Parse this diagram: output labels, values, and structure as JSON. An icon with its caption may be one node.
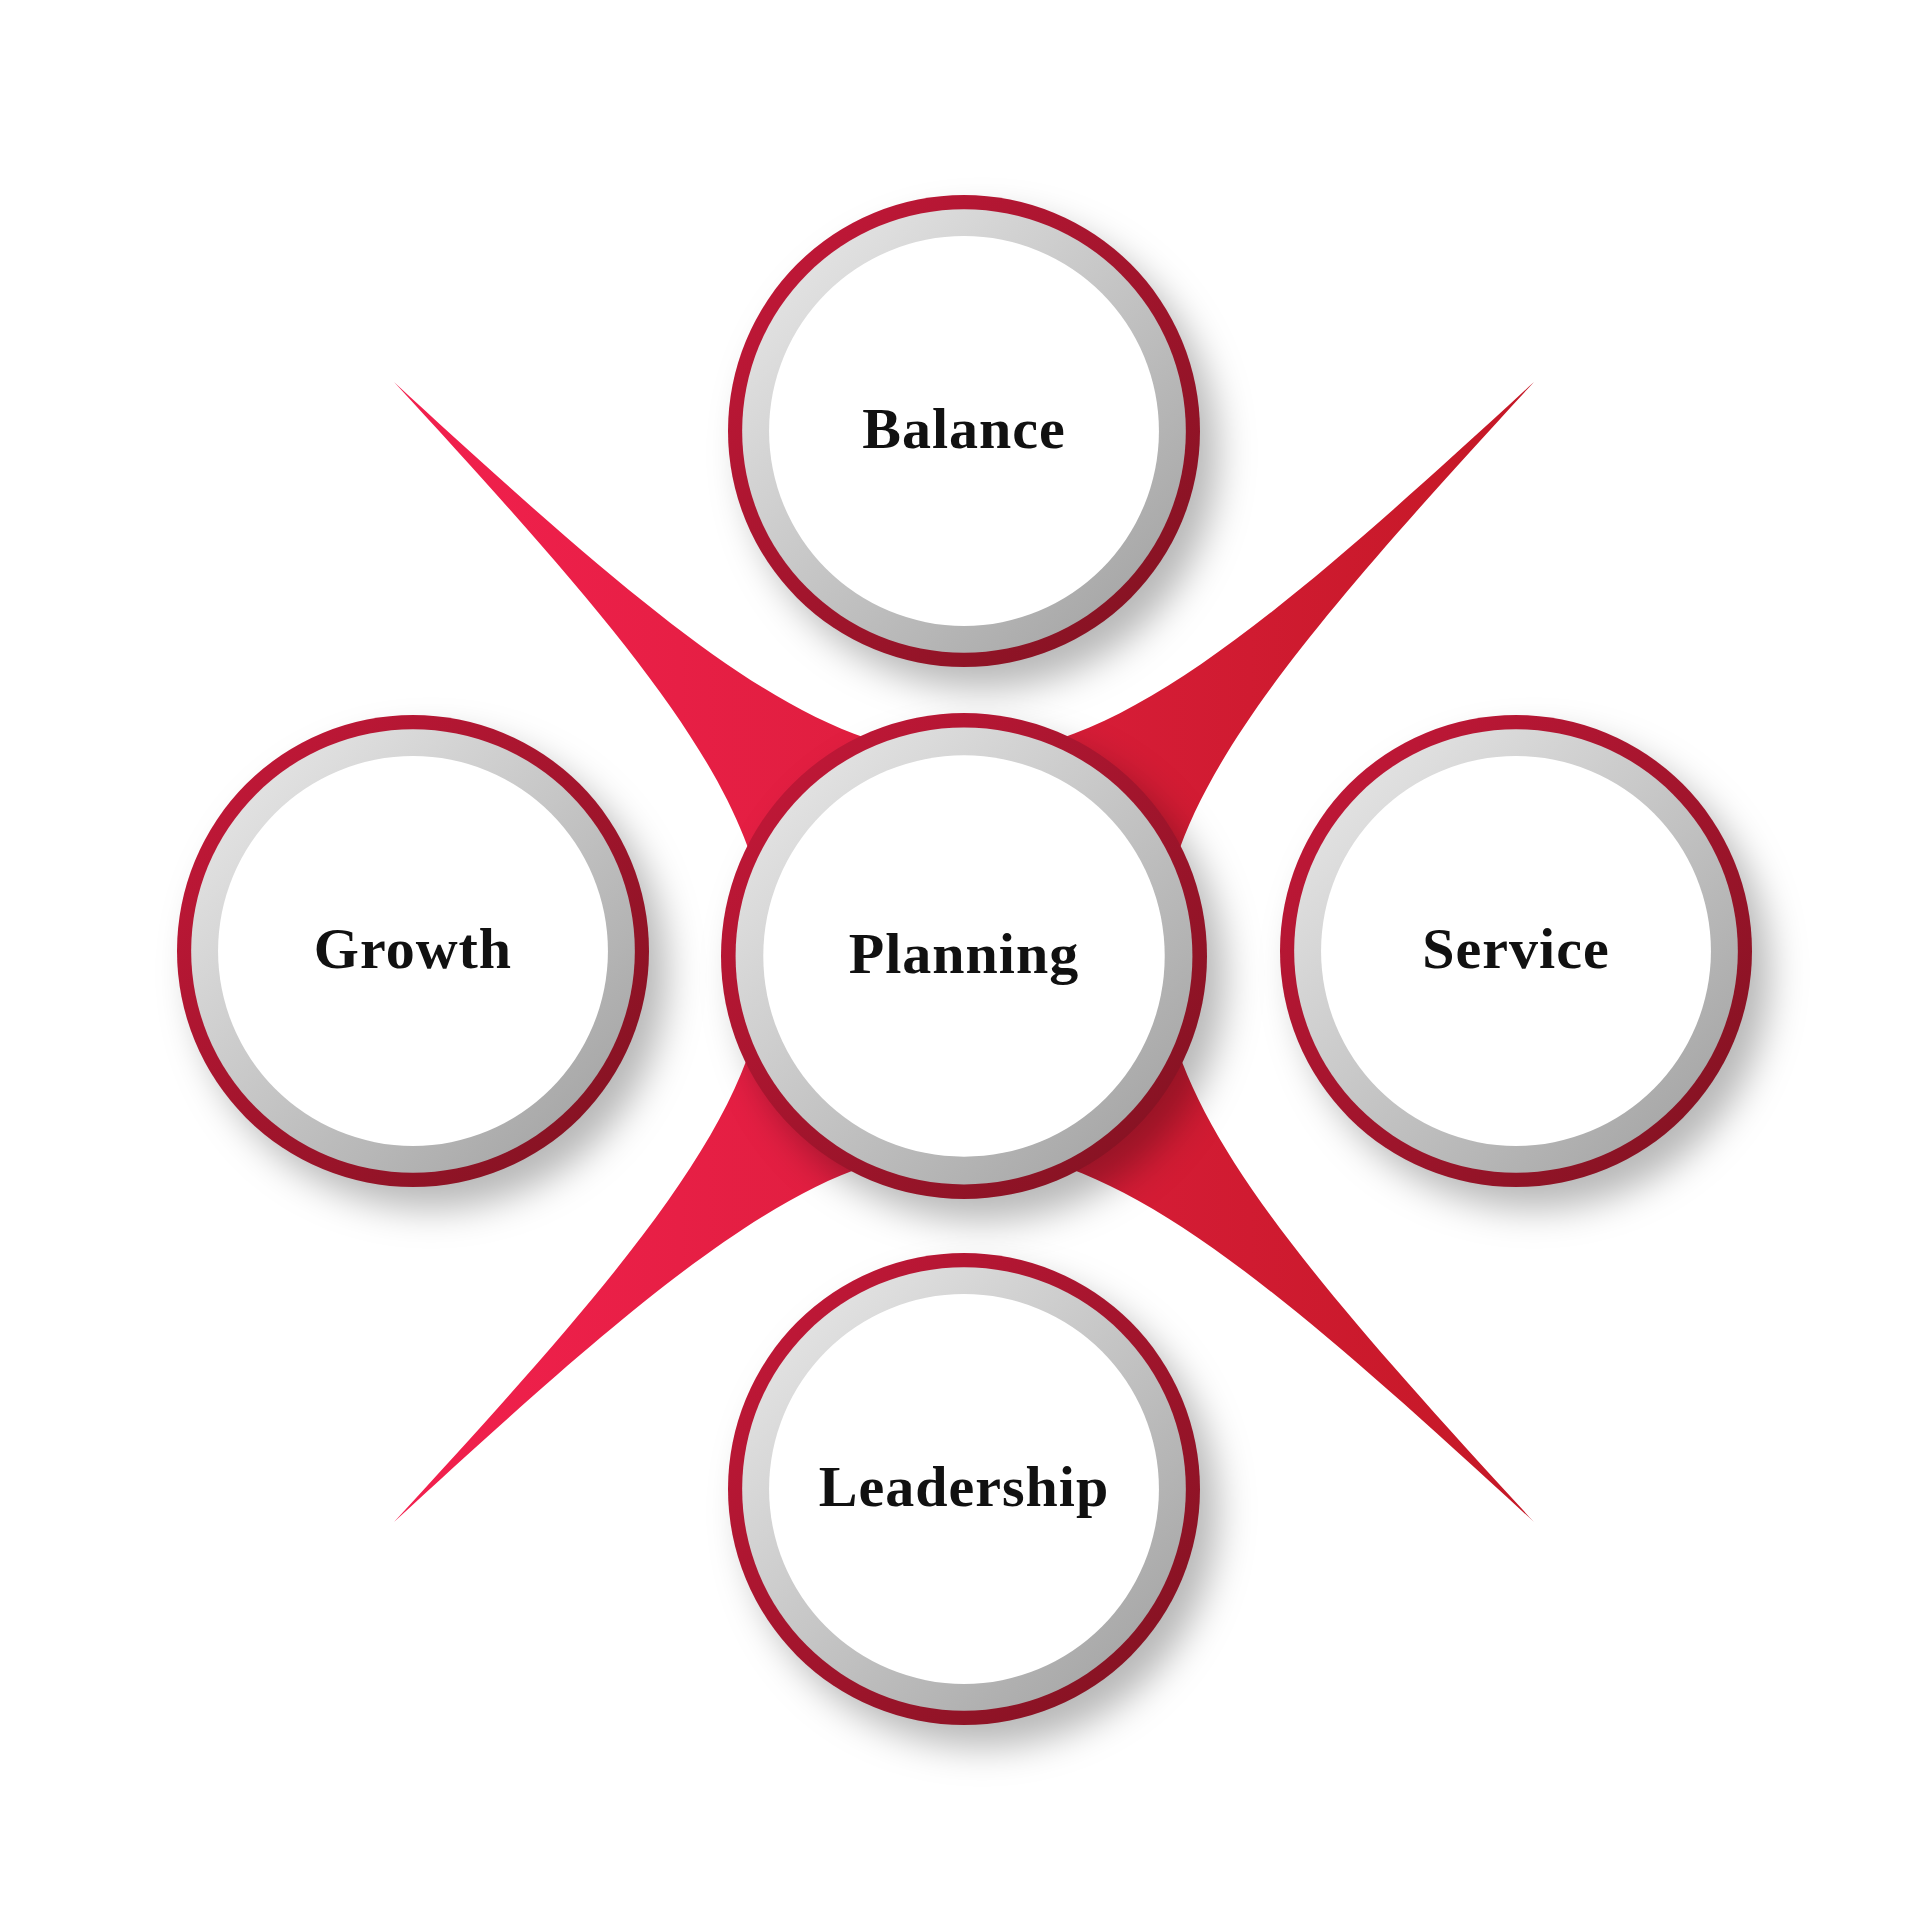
{
  "diagram": {
    "nodes": [
      {
        "text": [
          "Balance"
        ]
      },
      {
        "text": [
          "Growth"
        ]
      },
      {
        "text": [
          "Planning"
        ]
      },
      {
        "text": [
          "Service"
        ]
      },
      {
        "text": [
          "Leadership"
        ]
      }
    ]
  }
}
